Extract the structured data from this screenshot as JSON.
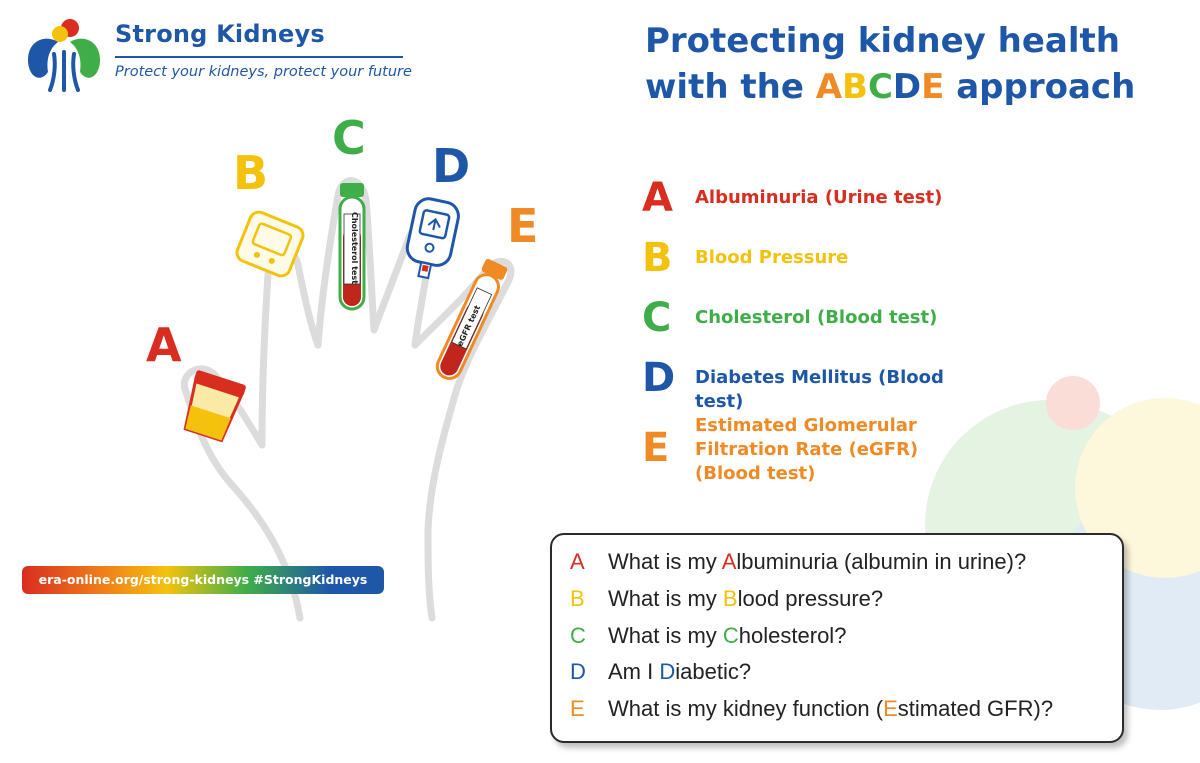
{
  "colors": {
    "blue": "#1f57a8",
    "red": "#d92d20",
    "yellow": "#f4c20d",
    "green": "#3fae49",
    "orange": "#ef8a25",
    "hand_outline": "#dcdcdc"
  },
  "logo": {
    "icon": "kidney-logo-icon",
    "title": "Strong Kidneys",
    "tagline": "Protect your kidneys, protect your future"
  },
  "headline": {
    "line1": "Protecting kidney health",
    "line2_before": "with the ",
    "line2_a": "A",
    "line2_b": "B",
    "line2_c": "C",
    "line2_d": "D",
    "line2_e": "E",
    "line2_after": " approach"
  },
  "hand": {
    "letters": {
      "a": "A",
      "b": "B",
      "c": "C",
      "d": "D",
      "e": "E"
    },
    "icons": [
      "urine-cup-icon",
      "blood-pressure-monitor-icon",
      "blood-tube-icon",
      "glucose-meter-icon",
      "blood-tube-icon"
    ],
    "tube_c_label": "Cholesterol test",
    "tube_e_label": "eGFR test"
  },
  "abcde_list": [
    {
      "letter": "A",
      "text": "Albuminuria (Urine test)",
      "color": "#d92d20"
    },
    {
      "letter": "B",
      "text": "Blood Pressure",
      "color": "#f4c20d"
    },
    {
      "letter": "C",
      "text": "Cholesterol (Blood test)",
      "color": "#3fae49"
    },
    {
      "letter": "D",
      "text": "Diabetes Mellitus (Blood test)",
      "color": "#1f57a8"
    },
    {
      "letter": "E",
      "text": "Estimated Glomerular Filtration Rate (eGFR) (Blood test)",
      "color": "#ef8a25"
    }
  ],
  "url_pill": "era-online.org/strong-kidneys #StrongKidneys",
  "questions": [
    {
      "letter": "A",
      "before": "What is my ",
      "key": "A",
      "after": "lbuminuria (albumin in urine)?"
    },
    {
      "letter": "B",
      "before": "What is my ",
      "key": "B",
      "after": "lood pressure?"
    },
    {
      "letter": "C",
      "before": "What is my ",
      "key": "C",
      "after": "holesterol?"
    },
    {
      "letter": "D",
      "before": "Am I ",
      "key": "D",
      "after": "iabetic?"
    },
    {
      "letter": "E",
      "before": "What is my kidney function (",
      "key": "E",
      "after": "stimated GFR)?"
    }
  ]
}
